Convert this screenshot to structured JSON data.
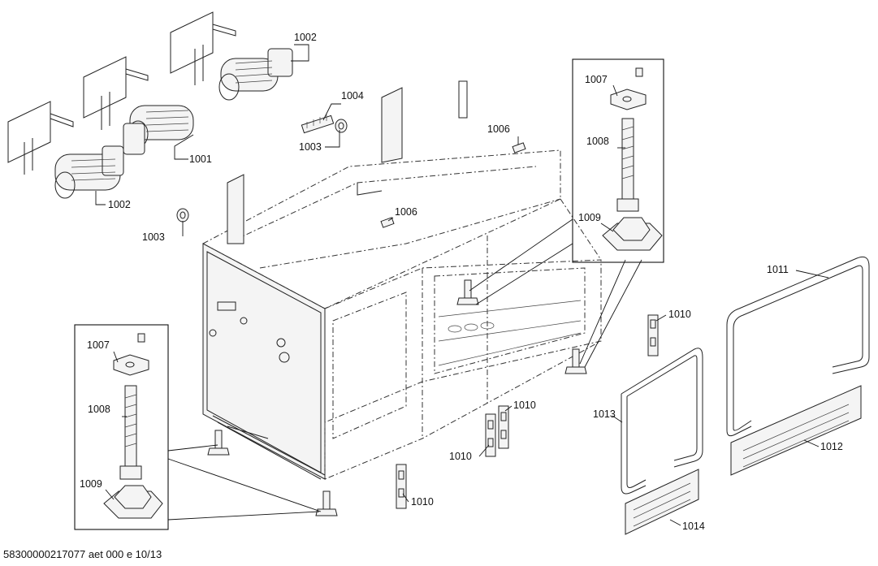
{
  "callouts": {
    "c1001": "1001",
    "c1002a": "1002",
    "c1002b": "1002",
    "c1003a": "1003",
    "c1003b": "1003",
    "c1004": "1004",
    "c1006a": "1006",
    "c1006b": "1006",
    "c1007a": "1007",
    "c1007b": "1007",
    "c1008a": "1008",
    "c1008b": "1008",
    "c1009a": "1009",
    "c1009b": "1009",
    "c1010a": "1010",
    "c1010b": "1010",
    "c1010c": "1010",
    "c1010d": "1010",
    "c1011": "1011",
    "c1012": "1012",
    "c1013": "1013",
    "c1014": "1014"
  },
  "footer": "58300000217077 aet 000 e 10/13"
}
